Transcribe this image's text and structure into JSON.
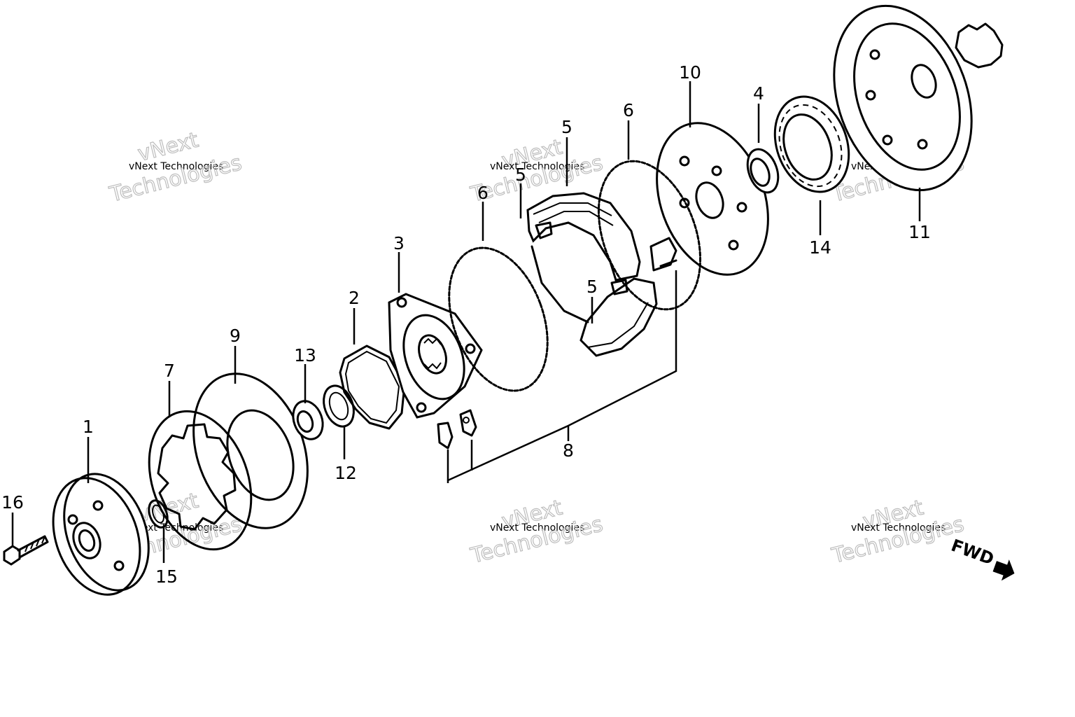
{
  "callouts": [
    {
      "id": "c16",
      "label": "16"
    },
    {
      "id": "c1",
      "label": "1"
    },
    {
      "id": "c15",
      "label": "15"
    },
    {
      "id": "c7",
      "label": "7"
    },
    {
      "id": "c9",
      "label": "9"
    },
    {
      "id": "c13",
      "label": "13"
    },
    {
      "id": "c12",
      "label": "12"
    },
    {
      "id": "c2",
      "label": "2"
    },
    {
      "id": "c3",
      "label": "3"
    },
    {
      "id": "c6a",
      "label": "6"
    },
    {
      "id": "c5a",
      "label": "5"
    },
    {
      "id": "c5b",
      "label": "5"
    },
    {
      "id": "c5c",
      "label": "5"
    },
    {
      "id": "c6b",
      "label": "6"
    },
    {
      "id": "c8",
      "label": "8"
    },
    {
      "id": "c10",
      "label": "10"
    },
    {
      "id": "c4",
      "label": "4"
    },
    {
      "id": "c14",
      "label": "14"
    },
    {
      "id": "c11",
      "label": "11"
    }
  ],
  "watermark": {
    "line_small": "vNext Technologies",
    "line_top": "vNext",
    "line_big": "Technologies"
  },
  "direction_label": "FWD"
}
